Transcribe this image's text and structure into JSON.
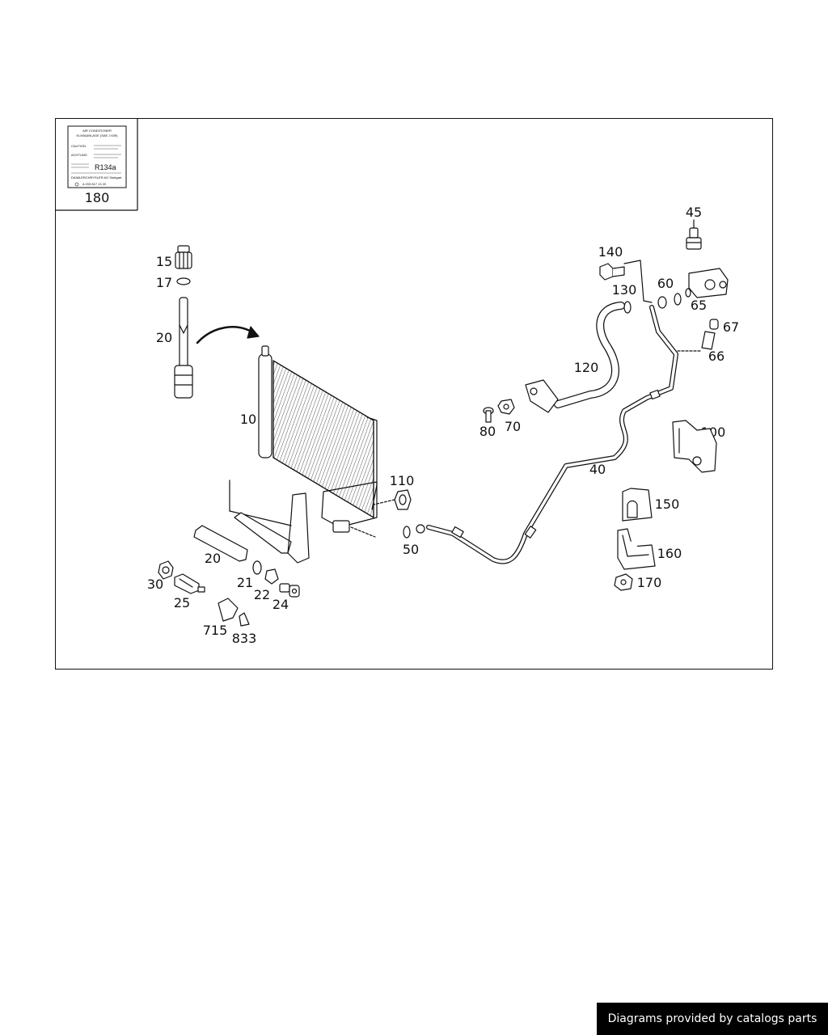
{
  "label_plate": {
    "title_line1": "AIR CONDITIONER",
    "title_line2": "KLIMAANLAGE (SAE J 639)",
    "caution": "CAUTION",
    "achtung": "ACHTUNG",
    "refrigerant": "R134a",
    "maker": "DAIMLERCHRYSLER AG Stuttgart",
    "part_number": "A 203 817 13 20"
  },
  "callouts": {
    "c180": "180",
    "c45": "45",
    "c140": "140",
    "c130": "130",
    "c60": "60",
    "c65": "65",
    "c67": "67",
    "c66": "66",
    "c15": "15",
    "c17": "17",
    "c20_top": "20",
    "c120": "120",
    "c10": "10",
    "c80": "80",
    "c70": "70",
    "c100": "100",
    "c40": "40",
    "c110": "110",
    "c150": "150",
    "c50": "50",
    "c160": "160",
    "c20_bottom": "20",
    "c170": "170",
    "c30": "30",
    "c21": "21",
    "c22": "22",
    "c24": "24",
    "c25": "25",
    "c715": "715",
    "c833": "833"
  },
  "footer": {
    "credit": "Diagrams provided by catalogs parts"
  }
}
